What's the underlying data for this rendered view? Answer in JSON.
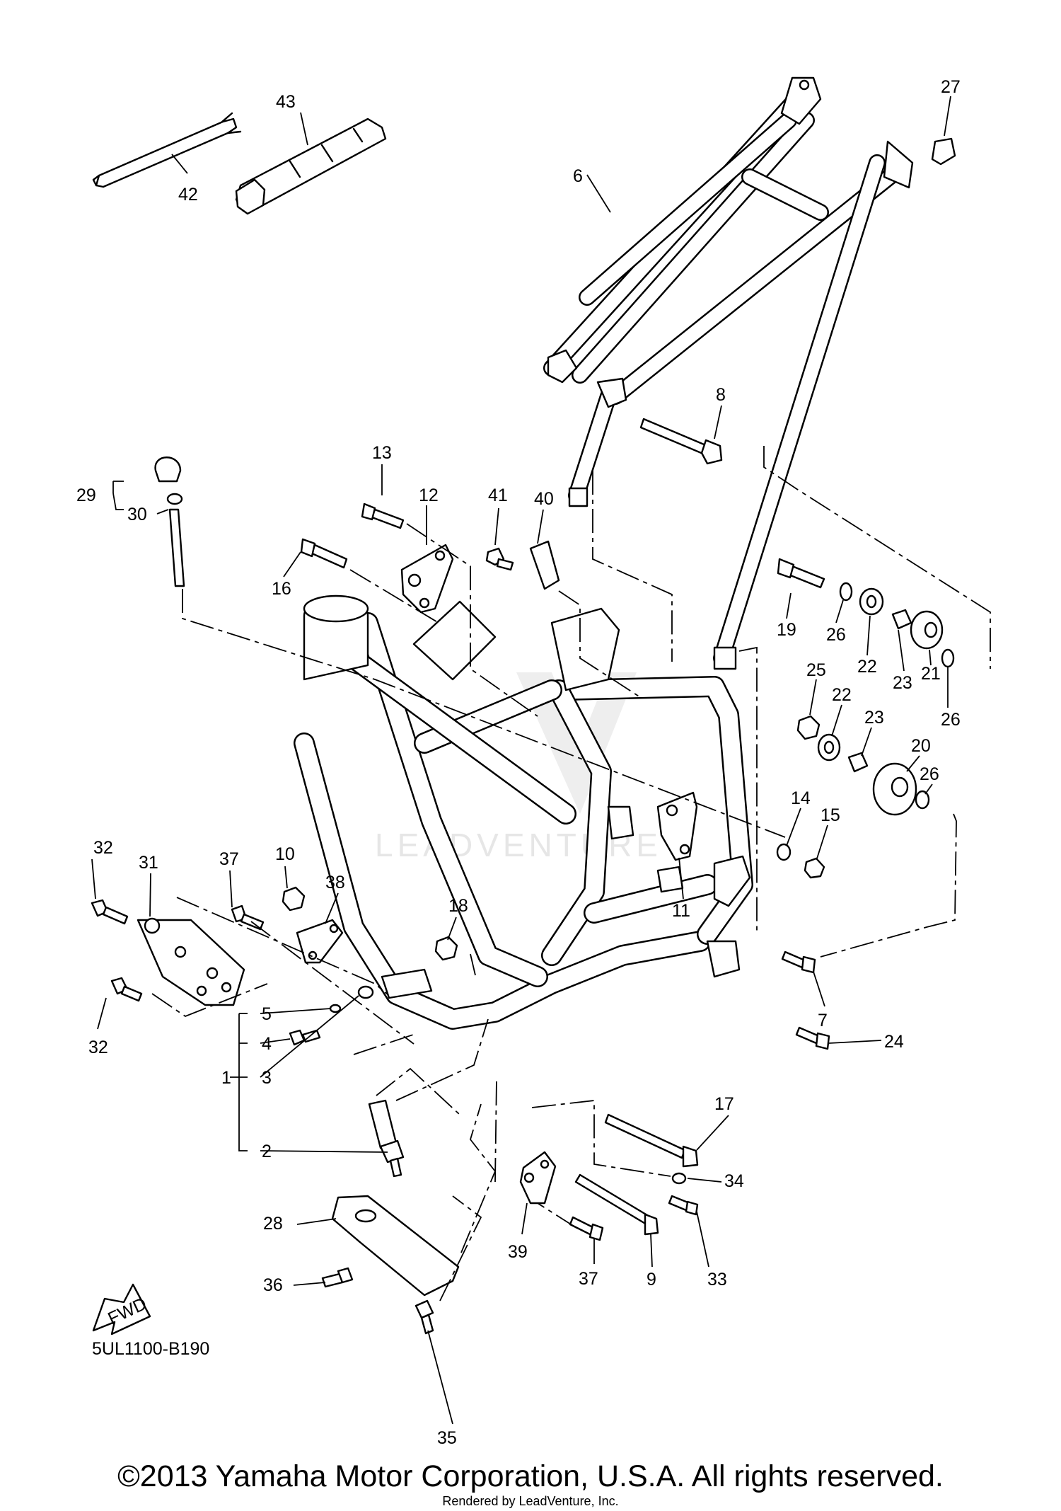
{
  "diagram": {
    "callouts": {
      "c1": "1",
      "c2": "2",
      "c3": "3",
      "c4": "4",
      "c5": "5",
      "c6": "6",
      "c7": "7",
      "c8": "8",
      "c9": "9",
      "c10": "10",
      "c11": "11",
      "c12": "12",
      "c13": "13",
      "c14": "14",
      "c15": "15",
      "c16": "16",
      "c17": "17",
      "c18": "18",
      "c19": "19",
      "c20": "20",
      "c21": "21",
      "c22a": "22",
      "c22b": "22",
      "c23a": "23",
      "c23b": "23",
      "c24": "24",
      "c25": "25",
      "c26a": "26",
      "c26b": "26",
      "c26c": "26",
      "c27": "27",
      "c28": "28",
      "c29": "29",
      "c30": "30",
      "c31": "31",
      "c32a": "32",
      "c32b": "32",
      "c33": "33",
      "c34": "34",
      "c35": "35",
      "c36": "36",
      "c37a": "37",
      "c37b": "37",
      "c38": "38",
      "c39": "39",
      "c40": "40",
      "c41": "41",
      "c42": "42",
      "c43": "43"
    },
    "fwd_label": "FWD",
    "diagram_code": "5UL1100-B190",
    "watermark": "LEADVENTURE"
  },
  "footer": {
    "copyright": "©2013 Yamaha Motor Corporation, U.S.A. All rights reserved.",
    "rendered_by": "Rendered by LeadVenture, Inc."
  }
}
